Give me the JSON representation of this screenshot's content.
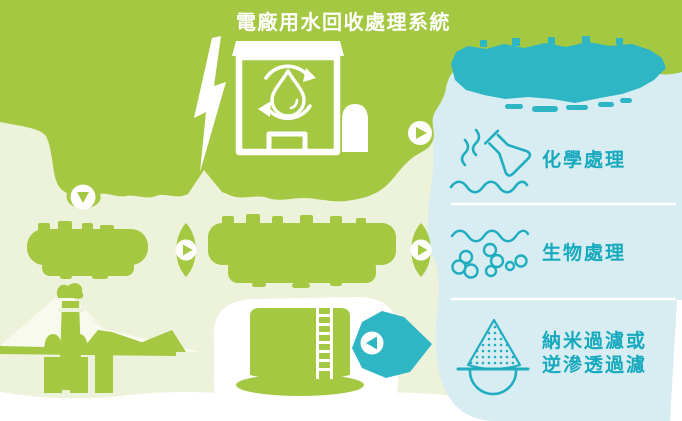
{
  "title": "電廠用水回收處理系統",
  "panel": {
    "items": [
      {
        "icon": "flask-pouring-icon",
        "label": "化學處理"
      },
      {
        "icon": "bacteria-icon",
        "label": "生物處理"
      },
      {
        "icon": "nano-filter-icon",
        "label": "納米過濾或\n逆滲透過濾"
      }
    ]
  },
  "icons": {
    "building": "water-recycle-building-icon",
    "factory": "power-plant-icon",
    "tank": "storage-tank-icon",
    "arrows": [
      "arrow-down-icon",
      "arrow-right-icon",
      "arrow-right-icon",
      "arrow-right-icon",
      "arrow-left-icon"
    ]
  },
  "colors": {
    "green": "#a4c841",
    "light_green": "#edf2da",
    "teal": "#2eb6c5",
    "light_blue": "#d7edf2",
    "teal_text": "#17aabe",
    "mountain": "#f8faee",
    "white": "#ffffff"
  }
}
